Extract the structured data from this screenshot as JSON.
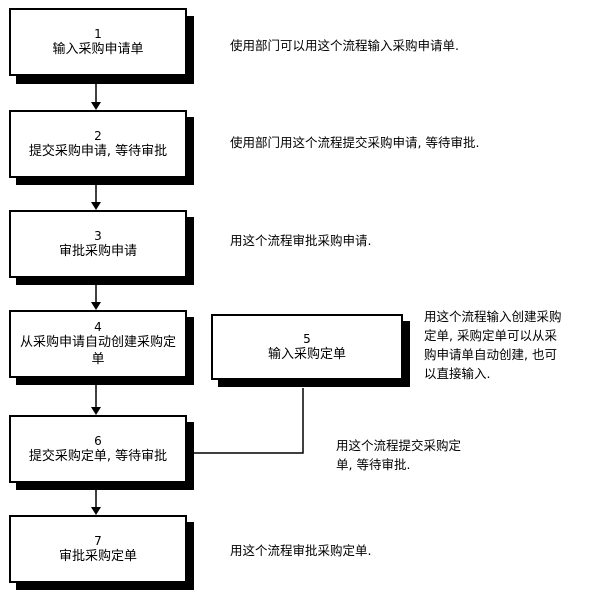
{
  "steps": [
    {
      "number": "1",
      "label": "输入采购申请单"
    },
    {
      "number": "2",
      "label": "提交采购申请, 等待审批"
    },
    {
      "number": "3",
      "label": "审批采购申请"
    },
    {
      "number": "4",
      "label": "从采购申请自动创建采购定单"
    },
    {
      "number": "5",
      "label": "输入采购定单"
    },
    {
      "number": "6",
      "label": "提交采购定单, 等待审批"
    },
    {
      "number": "7",
      "label": "审批采购定单"
    }
  ],
  "notes": [
    "使用部门可以用这个流程输入采购申请单.",
    "使用部门用这个流程提交采购申请, 等待审批.",
    "用这个流程审批采购申请.",
    "用这个流程输入创建采购\n定单, 采购定单可以从采\n购申请单自动创建, 也可\n以直接输入.",
    "用这个流程提交采购定\n单, 等待审批.",
    "用这个流程审批采购定单."
  ]
}
